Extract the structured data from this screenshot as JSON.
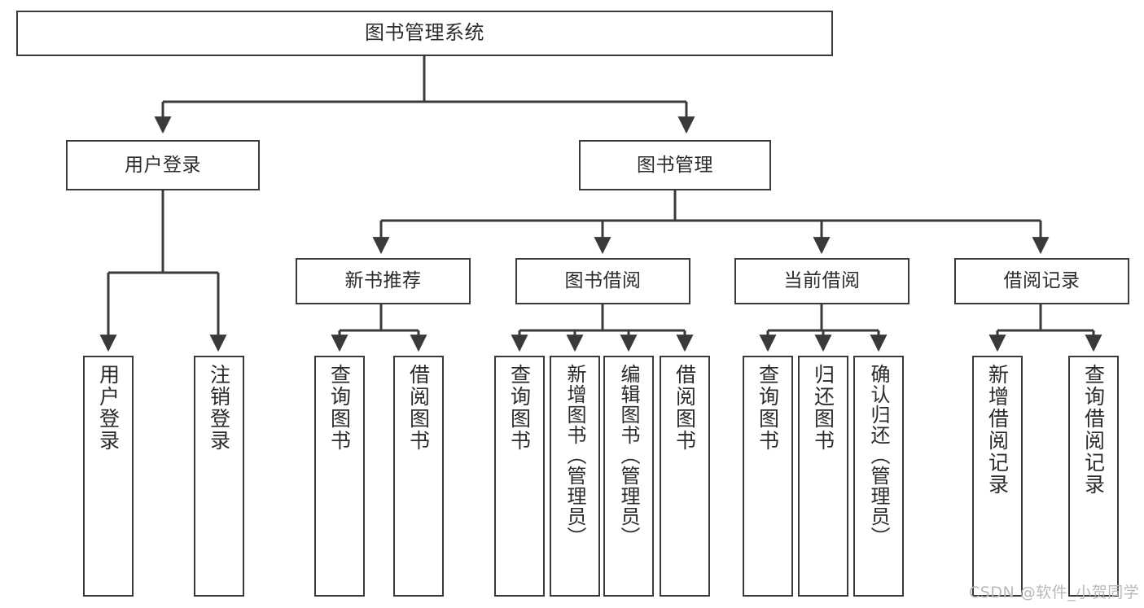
{
  "diagram": {
    "type": "tree",
    "title": "图书管理系统",
    "root": {
      "label": "图书管理系统"
    },
    "level1": [
      {
        "label": "用户登录"
      },
      {
        "label": "图书管理"
      }
    ],
    "level2": [
      {
        "label": "新书推荐"
      },
      {
        "label": "图书借阅"
      },
      {
        "label": "当前借阅"
      },
      {
        "label": "借阅记录"
      }
    ],
    "leaves": {
      "user_login": [
        {
          "label": "用户登录"
        },
        {
          "label": "注销登录"
        }
      ],
      "new_book_recommend": [
        {
          "label": "查询图书"
        },
        {
          "label": "借阅图书"
        }
      ],
      "book_borrow": [
        {
          "label": "查询图书"
        },
        {
          "label": "新增图书（管理员）"
        },
        {
          "label": "编辑图书（管理员）"
        },
        {
          "label": "借阅图书"
        }
      ],
      "current_borrow": [
        {
          "label": "查询图书"
        },
        {
          "label": "归还图书"
        },
        {
          "label": "确认归还（管理员）"
        }
      ],
      "borrow_record": [
        {
          "label": "新增借阅记录"
        },
        {
          "label": "查询借阅记录"
        }
      ]
    }
  },
  "watermark": {
    "text": "CSDN @软件_小贺同学"
  },
  "colors": {
    "border": "#3a3a3a",
    "text": "#2b2b2b",
    "background": "#ffffff",
    "wire": "#3a3a3a",
    "watermark": "#b9b9b9"
  }
}
